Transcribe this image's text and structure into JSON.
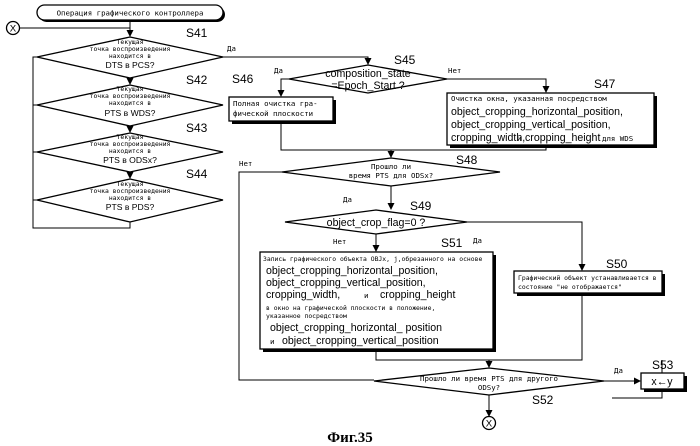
{
  "figure": {
    "caption": "Фиг.35",
    "start": {
      "label": "Операция графического контроллера"
    },
    "connector_label": "X",
    "yes": "Да",
    "no": "Нет",
    "steps": {
      "s41": {
        "id": "S41",
        "lines": [
          "Текущая",
          "точка воспроизведения",
          "находится в"
        ],
        "last": "DTS в PCS?"
      },
      "s42": {
        "id": "S42",
        "lines": [
          "Текущая",
          "точка воспроизведения",
          "находится в"
        ],
        "last": "PTS в WDS?"
      },
      "s43": {
        "id": "S43",
        "lines": [
          "Текущая",
          "точка воспроизведения",
          "находится в"
        ],
        "last": "PTS в ODSx?"
      },
      "s44": {
        "id": "S44",
        "lines": [
          "Текущая",
          "точка воспроизведения",
          "находится в"
        ],
        "last": "PTS в PDS?"
      },
      "s45": {
        "id": "S45",
        "lines": [
          "composition_state",
          "=Epoch_Start ?"
        ]
      },
      "s46": {
        "id": "S46",
        "lines": [
          "Полная очистка гра-",
          "фической плоскости"
        ]
      },
      "s47": {
        "id": "S47",
        "title": "Очистка окна, указанная посредством",
        "lines": [
          "object_cropping_horizontal_position,",
          "object_cropping_vertical_position,"
        ],
        "last_a": "cropping_width,",
        "last_b": "и",
        "last_c": "cropping_height",
        "last_d": "для WDS"
      },
      "s48": {
        "id": "S48",
        "lines": [
          "Прошло ли",
          "время PTS для ODSx?"
        ]
      },
      "s49": {
        "id": "S49",
        "lines": [
          "object_crop_flag=0 ?"
        ]
      },
      "s50": {
        "id": "S50",
        "lines": [
          "Графический объект устанавливается в",
          "состояние \"не отображается\""
        ]
      },
      "s51": {
        "id": "S51",
        "title": "Запись графического объекта OBJx, j,обрезанного на основе",
        "lines": [
          "object_cropping_horizontal_position,",
          "object_cropping_vertical_position,"
        ],
        "mid_a": "cropping_width,",
        "mid_b": "и",
        "mid_c": "cropping_height",
        "small": [
          "в окно на графической плоскости в положение,",
          "указанное посредством"
        ],
        "line_h": "object_cropping_horizontal_ position",
        "line_v_a": "и",
        "line_v_b": "object_cropping_vertical_position"
      },
      "s52": {
        "id": "S52",
        "lines": [
          "Прошло ли время PTS для другого",
          "ODSy?"
        ]
      },
      "s53": {
        "id": "S53",
        "lines": [
          "x←y"
        ]
      }
    }
  }
}
